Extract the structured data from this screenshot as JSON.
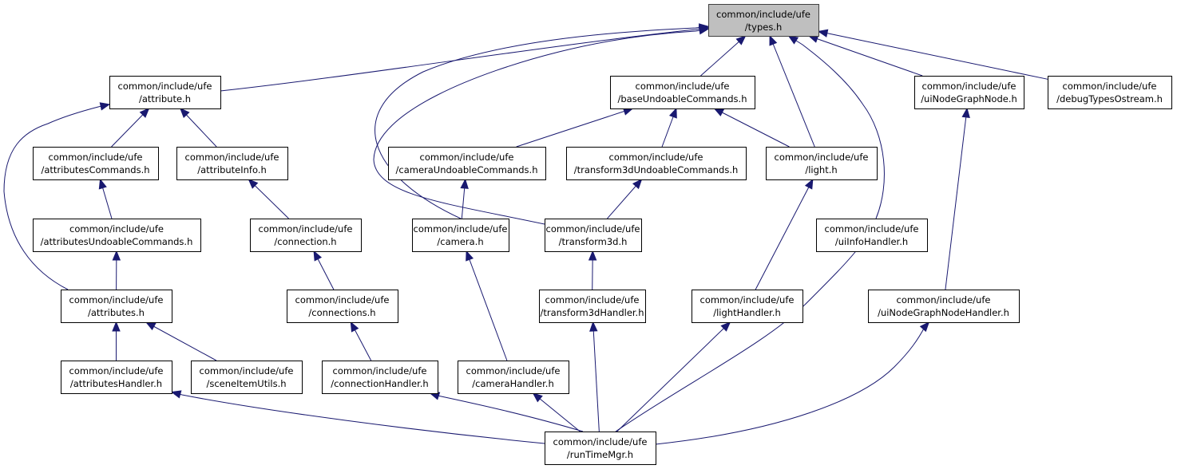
{
  "title": "Include dependency graph for common/include/ufe/types.h",
  "colors": {
    "edge": "#191970",
    "root_fill": "#bfbfbf",
    "node_fill": "#ffffff"
  },
  "nodes": [
    {
      "id": "types",
      "line1": "common/include/ufe",
      "line2": "/types.h",
      "root": true
    },
    {
      "id": "attribute",
      "line1": "common/include/ufe",
      "line2": "/attribute.h"
    },
    {
      "id": "baseUndoableCommands",
      "line1": "common/include/ufe",
      "line2": "/baseUndoableCommands.h"
    },
    {
      "id": "uiNodeGraphNode",
      "line1": "common/include/ufe",
      "line2": "/uiNodeGraphNode.h"
    },
    {
      "id": "debugTypesOstream",
      "line1": "common/include/ufe",
      "line2": "/debugTypesOstream.h"
    },
    {
      "id": "attributesCommands",
      "line1": "common/include/ufe",
      "line2": "/attributesCommands.h"
    },
    {
      "id": "attributeInfo",
      "line1": "common/include/ufe",
      "line2": "/attributeInfo.h"
    },
    {
      "id": "cameraUndoableCommands",
      "line1": "common/include/ufe",
      "line2": "/cameraUndoableCommands.h"
    },
    {
      "id": "transform3dUndoableCommands",
      "line1": "common/include/ufe",
      "line2": "/transform3dUndoableCommands.h"
    },
    {
      "id": "light",
      "line1": "common/include/ufe",
      "line2": "/light.h"
    },
    {
      "id": "attributesUndoableCommands",
      "line1": "common/include/ufe",
      "line2": "/attributesUndoableCommands.h"
    },
    {
      "id": "connection",
      "line1": "common/include/ufe",
      "line2": "/connection.h"
    },
    {
      "id": "camera",
      "line1": "common/include/ufe",
      "line2": "/camera.h"
    },
    {
      "id": "transform3d",
      "line1": "common/include/ufe",
      "line2": "/transform3d.h"
    },
    {
      "id": "uiInfoHandler",
      "line1": "common/include/ufe",
      "line2": "/uiInfoHandler.h"
    },
    {
      "id": "attributes",
      "line1": "common/include/ufe",
      "line2": "/attributes.h"
    },
    {
      "id": "connections",
      "line1": "common/include/ufe",
      "line2": "/connections.h"
    },
    {
      "id": "transform3dHandler",
      "line1": "common/include/ufe",
      "line2": "/transform3dHandler.h"
    },
    {
      "id": "lightHandler",
      "line1": "common/include/ufe",
      "line2": "/lightHandler.h"
    },
    {
      "id": "uiNodeGraphNodeHandler",
      "line1": "common/include/ufe",
      "line2": "/uiNodeGraphNodeHandler.h"
    },
    {
      "id": "attributesHandler",
      "line1": "common/include/ufe",
      "line2": "/attributesHandler.h"
    },
    {
      "id": "sceneItemUtils",
      "line1": "common/include/ufe",
      "line2": "/sceneItemUtils.h"
    },
    {
      "id": "connectionHandler",
      "line1": "common/include/ufe",
      "line2": "/connectionHandler.h"
    },
    {
      "id": "cameraHandler",
      "line1": "common/include/ufe",
      "line2": "/cameraHandler.h"
    },
    {
      "id": "runTimeMgr",
      "line1": "common/include/ufe",
      "line2": "/runTimeMgr.h"
    }
  ],
  "edges": [
    {
      "from": "attribute",
      "to": "types"
    },
    {
      "from": "baseUndoableCommands",
      "to": "types"
    },
    {
      "from": "uiNodeGraphNode",
      "to": "types"
    },
    {
      "from": "debugTypesOstream",
      "to": "types"
    },
    {
      "from": "light",
      "to": "types"
    },
    {
      "from": "camera",
      "to": "types"
    },
    {
      "from": "transform3d",
      "to": "types"
    },
    {
      "from": "uiInfoHandler",
      "to": "types"
    },
    {
      "from": "attributesCommands",
      "to": "attribute"
    },
    {
      "from": "attributeInfo",
      "to": "attribute"
    },
    {
      "from": "attributes",
      "to": "attribute"
    },
    {
      "from": "cameraUndoableCommands",
      "to": "baseUndoableCommands"
    },
    {
      "from": "transform3dUndoableCommands",
      "to": "baseUndoableCommands"
    },
    {
      "from": "light",
      "to": "baseUndoableCommands"
    },
    {
      "from": "attributesUndoableCommands",
      "to": "attributesCommands"
    },
    {
      "from": "connection",
      "to": "attributeInfo"
    },
    {
      "from": "camera",
      "to": "cameraUndoableCommands"
    },
    {
      "from": "transform3d",
      "to": "transform3dUndoableCommands"
    },
    {
      "from": "lightHandler",
      "to": "light"
    },
    {
      "from": "attributes",
      "to": "attributesUndoableCommands"
    },
    {
      "from": "connections",
      "to": "connection"
    },
    {
      "from": "cameraHandler",
      "to": "camera"
    },
    {
      "from": "transform3dHandler",
      "to": "transform3d"
    },
    {
      "from": "runTimeMgr",
      "to": "uiInfoHandler"
    },
    {
      "from": "uiNodeGraphNodeHandler",
      "to": "uiNodeGraphNode"
    },
    {
      "from": "attributesHandler",
      "to": "attributes"
    },
    {
      "from": "sceneItemUtils",
      "to": "attributes"
    },
    {
      "from": "connectionHandler",
      "to": "connections"
    },
    {
      "from": "runTimeMgr",
      "to": "transform3dHandler"
    },
    {
      "from": "runTimeMgr",
      "to": "lightHandler"
    },
    {
      "from": "runTimeMgr",
      "to": "uiNodeGraphNodeHandler"
    },
    {
      "from": "runTimeMgr",
      "to": "attributesHandler"
    },
    {
      "from": "runTimeMgr",
      "to": "connectionHandler"
    },
    {
      "from": "runTimeMgr",
      "to": "cameraHandler"
    }
  ]
}
